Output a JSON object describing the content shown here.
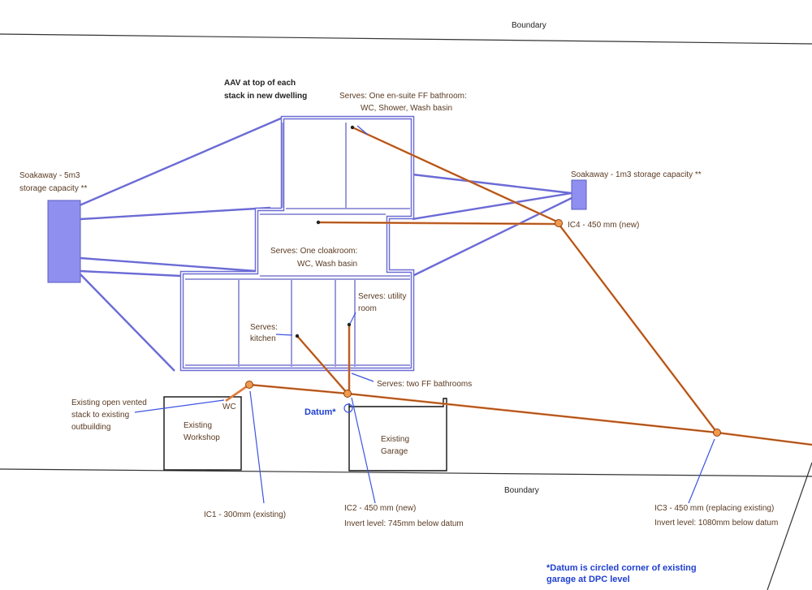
{
  "labels": {
    "boundary_top": "Boundary",
    "boundary_bottom": "Boundary",
    "aav_line1": "AAV at top of each",
    "aav_line2": "stack in new dwelling",
    "serves_ensuite_line1": "Serves: One en-suite FF bathroom:",
    "serves_ensuite_line2": "WC,  Shower, Wash basin",
    "soakaway_left_line1": "Soakaway - 5m3",
    "soakaway_left_line2": "storage capacity **",
    "soakaway_right": "Soakaway - 1m3 storage capacity **",
    "ic4": "IC4 - 450 mm (new)",
    "serves_cloak_line1": "Serves: One cloakroom:",
    "serves_cloak_line2": "WC, Wash basin",
    "serves_utility_line1": "Serves: utility",
    "serves_utility_line2": "room",
    "serves_kitchen_line1": "Serves:",
    "serves_kitchen_line2": "kitchen",
    "serves_ff_bathrooms": "Serves: two FF bathrooms",
    "existing_stack_line1": "Existing open vented",
    "existing_stack_line2": "stack to existing",
    "existing_stack_line3": "outbuilding",
    "wc": "WC",
    "datum": "Datum*",
    "workshop_line1": "Existing",
    "workshop_line2": "Workshop",
    "garage_line1": "Existing",
    "garage_line2": "Garage",
    "ic1": "IC1 - 300mm (existing)",
    "ic2": "IC2 - 450 mm (new)",
    "ic2_invert": "Invert level: 745mm below datum",
    "ic3": "IC3 - 450 mm (replacing existing)",
    "ic3_invert": "Invert level: 1080mm below datum",
    "note_line1": "*Datum is circled corner of existing",
    "note_line2": "garage at DPC level"
  },
  "colors": {
    "wall": "#6b6bd6",
    "drain_pipe": "#e07b3a",
    "soakaway_fill": "#8f8ff0",
    "annotation_blue": "#1f3fd0",
    "text": "#222222"
  }
}
